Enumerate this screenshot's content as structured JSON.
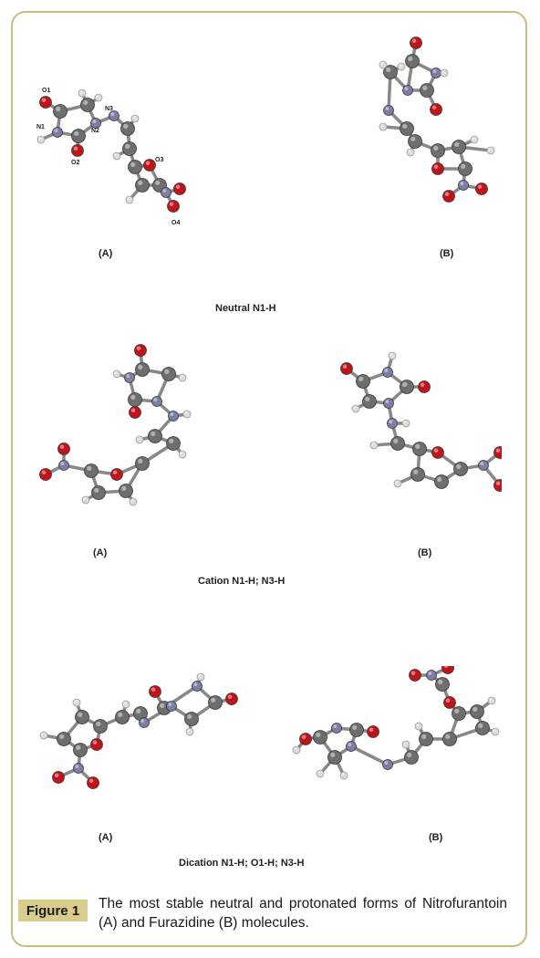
{
  "figure": {
    "rows": [
      {
        "section_title": "Neutral N1-H",
        "panels": [
          {
            "label": "(A)",
            "atom_labels": [
              "O1",
              "N1",
              "N2",
              "N3",
              "O2",
              "O3",
              "O4"
            ]
          },
          {
            "label": "(B)",
            "atom_labels": []
          }
        ]
      },
      {
        "section_title": "Cation N1-H; N3-H",
        "panels": [
          {
            "label": "(A)",
            "atom_labels": []
          },
          {
            "label": "(B)",
            "atom_labels": []
          }
        ]
      },
      {
        "section_title": "Dication N1-H; O1-H; N3-H",
        "panels": [
          {
            "label": "(A)",
            "atom_labels": []
          },
          {
            "label": "(B)",
            "atom_labels": []
          }
        ]
      }
    ],
    "caption": {
      "label": "Figure 1",
      "text": "The most stable neutral and protonated forms of Nitrofurantoin (A) and Furazidine (B) molecules."
    }
  },
  "colors": {
    "frame_border": "#c9bd7d",
    "badge_bg": "#d7cc8a",
    "carbon": "#6e6e6e",
    "oxygen": "#c0141b",
    "nitrogen": "#7d7ea8",
    "hydrogen": "#dcdcdc"
  }
}
